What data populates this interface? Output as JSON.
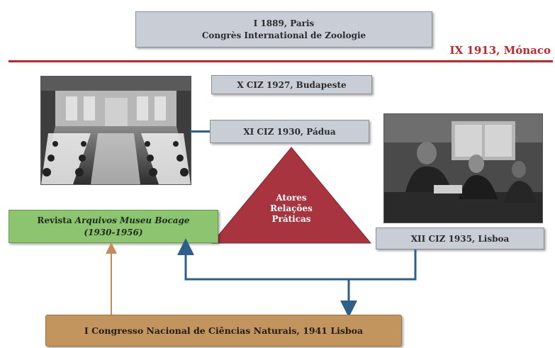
{
  "congresses": {
    "first": {
      "line1": "I  1889, Paris",
      "line2": "Congrès International de Zoologie"
    },
    "ninth": "IX 1913, Mónaco",
    "tenth": "X CIZ 1927, Budapeste",
    "eleventh": "XI CIZ 1930, Pádua",
    "twelfth": "XII CIZ 1935, Lisboa"
  },
  "triangle": {
    "line1": "Atores",
    "line2": "Relações",
    "line3": "Práticas"
  },
  "journal": {
    "prefix": "Revista ",
    "title": "Arquivos Museu Bocage",
    "years": "(1930-1956)"
  },
  "national_congress": "I Congresso Nacional de Ciências Naturais, 1941 Lisboa",
  "colors": {
    "accent_red": "#c0272d",
    "triangle_fill": "#a8343f",
    "connector_blue": "#2d5f8a",
    "arrow_brown": "#c48a5a",
    "box_gray": "#c9cdd6",
    "box_green": "#8cc46f",
    "box_brown": "#c2955f"
  },
  "icons": {
    "left_photo": "banquet-hall-photo",
    "right_photo": "conference-people-photo"
  }
}
